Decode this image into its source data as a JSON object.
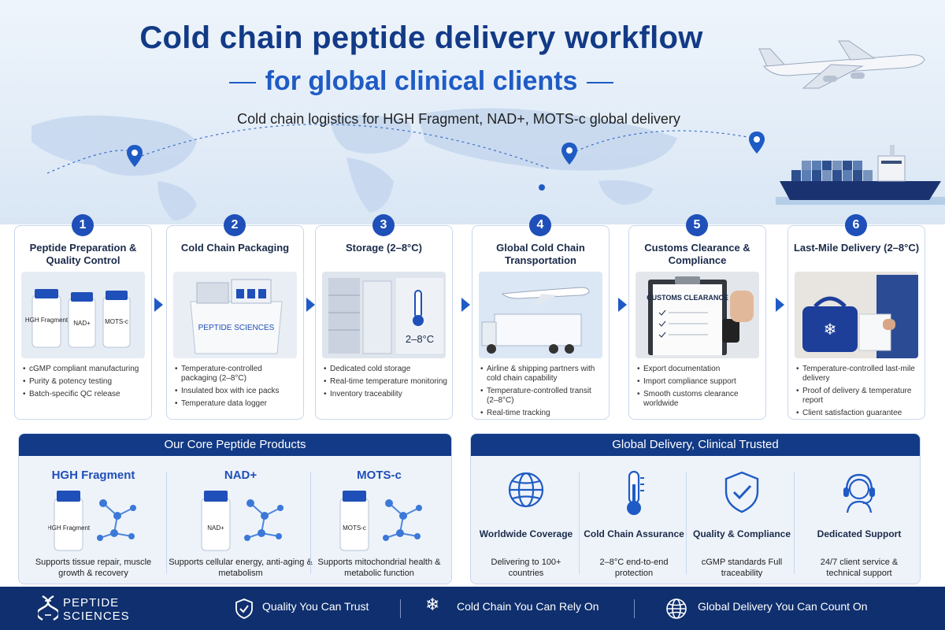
{
  "header": {
    "title": "Cold chain peptide delivery workflow",
    "subtitle": "for global clinical clients",
    "tagline": "Cold chain logistics for HGH Fragment, NAD+, MOTS-c global delivery"
  },
  "steps": [
    {
      "number": "1",
      "title": "Peptide Preparation & Quality Control",
      "image": {
        "vial_labels": [
          "HGH Fragment",
          "NAD+",
          "MOTS-c"
        ]
      },
      "bullets": [
        "cGMP compliant manufacturing",
        "Purity & potency testing",
        "Batch-specific QC release"
      ]
    },
    {
      "number": "2",
      "title": "Cold Chain Packaging",
      "image": {
        "box_label": "PEPTIDE SCIENCES"
      },
      "bullets": [
        "Temperature-controlled packaging (2–8°C)",
        "Insulated box with ice packs",
        "Temperature data logger"
      ]
    },
    {
      "number": "3",
      "title": "Storage (2–8°C)",
      "image": {
        "temp_label": "2–8°C"
      },
      "bullets": [
        "Dedicated cold storage",
        "Real-time temperature monitoring",
        "Inventory traceability"
      ]
    },
    {
      "number": "4",
      "title": "Global Cold Chain Transportation",
      "image": {},
      "bullets": [
        "Airline & shipping partners with cold chain capability",
        "Temperature-controlled transit (2–8°C)",
        "Real-time tracking"
      ]
    },
    {
      "number": "5",
      "title": "Customs Clearance & Compliance",
      "image": {
        "doc_label": "CUSTOMS CLEARANCE"
      },
      "bullets": [
        "Export documentation",
        "Import compliance support",
        "Smooth customs clearance worldwide"
      ]
    },
    {
      "number": "6",
      "title": "Last-Mile Delivery (2–8°C)",
      "image": {},
      "bullets": [
        "Temperature-controlled last-mile delivery",
        "Proof of delivery & temperature report",
        "Client satisfaction guarantee"
      ]
    }
  ],
  "products_panel": {
    "heading": "Our Core Peptide Products",
    "products": [
      {
        "name": "HGH Fragment",
        "vial_label": "HGH Fragment",
        "description": "Supports tissue repair, muscle growth & recovery"
      },
      {
        "name": "NAD+",
        "vial_label": "NAD+",
        "description": "Supports cellular energy, anti-aging & metabolism"
      },
      {
        "name": "MOTS-c",
        "vial_label": "MOTS-c",
        "description": "Supports mitochondrial health & metabolic function"
      }
    ]
  },
  "trust_panel": {
    "heading": "Global Delivery, Clinical Trusted",
    "features": [
      {
        "icon": "globe-icon",
        "name": "Worldwide Coverage",
        "description": "Delivering to 100+ countries"
      },
      {
        "icon": "thermometer-icon",
        "name": "Cold Chain Assurance",
        "description": "2–8°C end-to-end protection"
      },
      {
        "icon": "shield-check-icon",
        "name": "Quality & Compliance",
        "description": "cGMP standards Full traceability"
      },
      {
        "icon": "headset-icon",
        "name": "Dedicated Support",
        "description": "24/7 client service & technical support"
      }
    ]
  },
  "footer": {
    "brand_top": "PEPTIDE",
    "brand_bottom": "SCIENCES",
    "items": [
      {
        "icon": "shield-check-icon",
        "label": "Quality You Can Trust"
      },
      {
        "icon": "snowflake-icon",
        "label": "Cold Chain You Can Rely On"
      },
      {
        "icon": "globe-icon",
        "label": "Global Delivery You Can Count On"
      }
    ]
  },
  "colors": {
    "primary": "#123a86",
    "accent": "#1f5bc4",
    "footer": "#0f2f6e"
  }
}
